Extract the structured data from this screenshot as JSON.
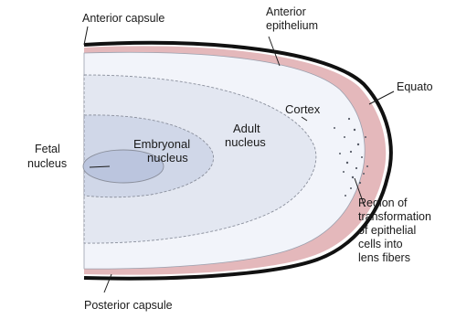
{
  "labels": {
    "anterior_capsule": "Anterior capsule",
    "anterior_epithelium": [
      "Anterior",
      "epithelium"
    ],
    "equator": "Equato",
    "cortex": "Cortex",
    "adult_nucleus": [
      "Adult",
      "nucleus"
    ],
    "embryonal_nucleus": [
      "Embryonal",
      "nucleus"
    ],
    "fetal_nucleus": [
      "Fetal",
      "nucleus"
    ],
    "transformation_region": [
      "Region of",
      "transformation",
      "of epithelial",
      "cells into",
      "lens fibers"
    ],
    "posterior_capsule": "Posterior capsule"
  },
  "colors": {
    "capsule": "#111111",
    "epithelium": "#e4b8bb",
    "cortex": "#f2f4fa",
    "adult_nucleus": "#e3e7f1",
    "embryonal_nucleus": "#d0d7e8",
    "fetal_nucleus": "#bbc5de",
    "dashed_boundary": "#8a8f9c",
    "text": "#1a1a1a"
  }
}
